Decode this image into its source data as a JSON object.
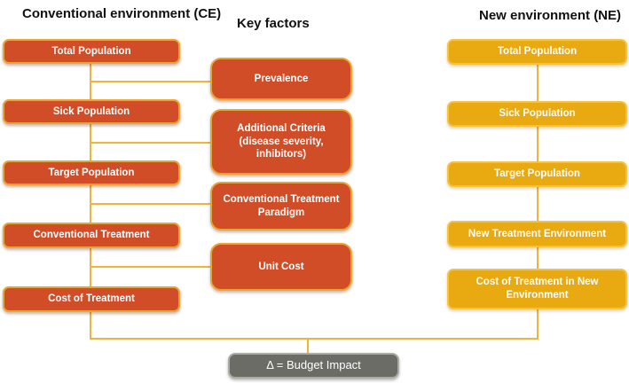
{
  "headers": {
    "left": "Conventional environment (CE)",
    "middle": "Key factors",
    "right": "New environment (NE)"
  },
  "columns": {
    "conventional": [
      "Total Population",
      "Sick Population",
      "Target Population",
      "Conventional Treatment",
      "Cost of Treatment"
    ],
    "key_factors": [
      "Prevalence",
      "Additional Criteria (disease severity, inhibitors)",
      "Conventional Treatment Paradigm",
      "Unit Cost"
    ],
    "new_environment": [
      "Total Population",
      "Sick Population",
      "Target Population",
      "New Treatment Environment",
      "Cost of Treatment in New Environment"
    ]
  },
  "result_box": "Δ = Budget Impact",
  "colors": {
    "ce_box_fill": "#D04D27",
    "ce_box_border": "#E9A52F",
    "ne_box_fill": "#E9A911",
    "ne_box_border": "#F3C348",
    "connector_line": "#F2B33C",
    "result_fill": "#6C6C66",
    "result_border": "#ABABA4",
    "box_text": "#FFFFFF",
    "header_text": "#111111",
    "background": "#FFFFFF"
  }
}
